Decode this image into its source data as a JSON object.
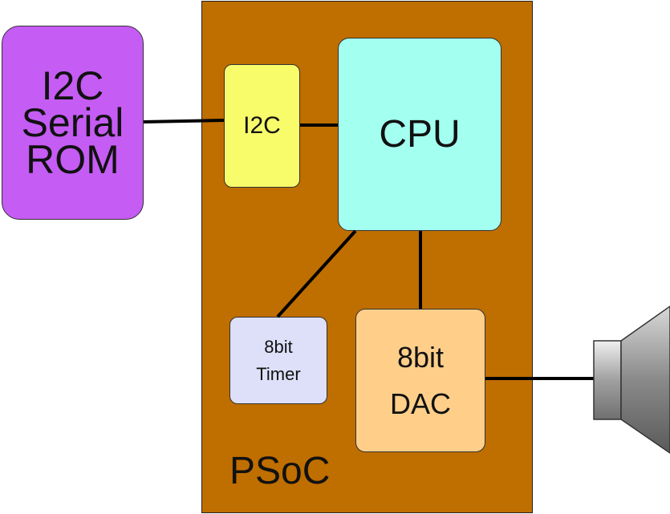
{
  "psoc": {
    "label": "PSoC",
    "color": "#bf6e00"
  },
  "rom": {
    "lines": [
      "I2C",
      "Serial",
      "ROM"
    ],
    "color": "#c55cf4"
  },
  "i2c": {
    "label": "I2C",
    "color": "#f8fb6a"
  },
  "cpu": {
    "label": "CPU",
    "color": "#a3fff0"
  },
  "timer": {
    "lines": [
      "8bit",
      "Timer"
    ],
    "color": "#dde0f8"
  },
  "dac": {
    "lines": [
      "8bit",
      "DAC"
    ],
    "color": "#ffcf8a"
  },
  "speaker": {
    "icon": "speaker-icon"
  }
}
